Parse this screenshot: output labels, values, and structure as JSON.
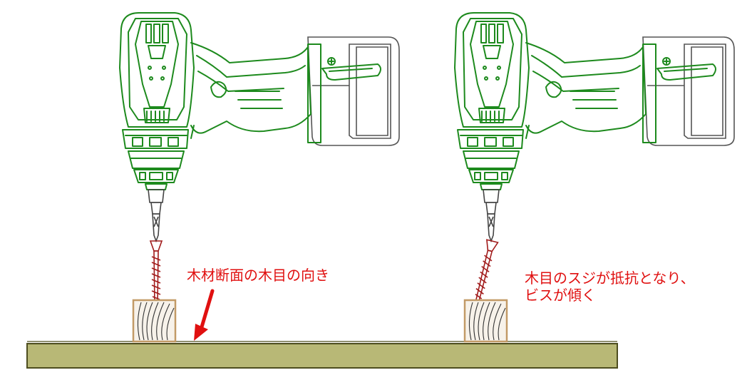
{
  "labels": {
    "grain_direction": "木材断面の木目の向き",
    "resistance_line1": "木目のスジが抵抗となり、",
    "resistance_line2": "ビスが傾く"
  },
  "colors": {
    "drill_green": "#1d8a1d",
    "battery_gray": "#555555",
    "screw_red": "#a11b1b",
    "board_fill": "#b8b876",
    "board_stroke": "#4d4d1f",
    "block_fill": "#f7f2ea",
    "block_stroke": "#c29a66",
    "grain_stroke": "#333333",
    "annotation_red": "#e01010"
  },
  "icons": {
    "drill": "cordless-drill-icon",
    "battery": "battery-pack-icon",
    "screw": "screw-icon",
    "arrow": "arrow-icon"
  }
}
